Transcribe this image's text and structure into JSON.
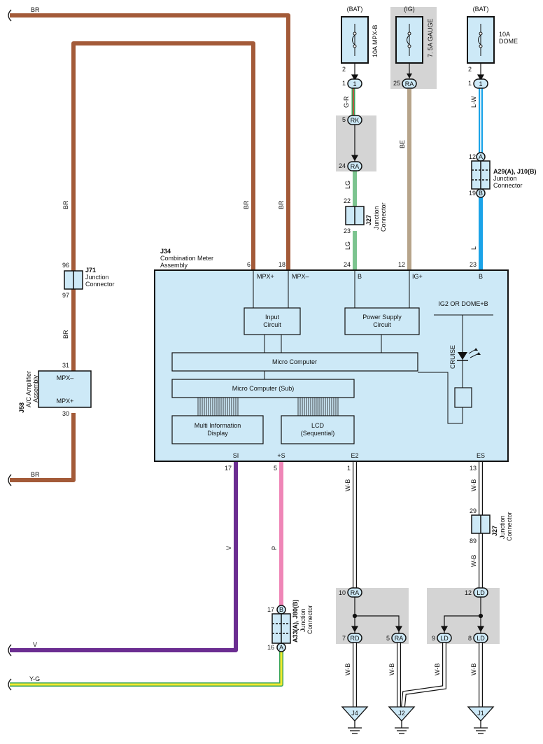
{
  "wire_colors": {
    "br": "#a35a38",
    "lg": "#7cc48f",
    "be": "#b7a48a",
    "l": "#1aa3e8",
    "lw": "#1aa3e8",
    "v": "#6b2d91",
    "p": "#ef86b7",
    "wb": "#ffffff",
    "yg": "#f2ea2e",
    "gr": "#3aa55a",
    "meter_fill": "#cde9f7",
    "gray_box": "#d4d4d4"
  },
  "power": {
    "bat1_label": "(BAT)",
    "bat1_fuse": "10A MPX-B",
    "ig_label": "(IG)",
    "ig_fuse": "7. 5A GAUGE",
    "bat2_label": "(BAT)",
    "bat2_fuse_a": "10A",
    "bat2_fuse_b": "DOME"
  },
  "wires": {
    "br_top": "BR",
    "br_left": "BR",
    "br_mid1": "BR",
    "br_mid2": "BR",
    "br_left2": "BR",
    "br_bottom": "BR",
    "gr": "G-R",
    "lg1": "LG",
    "lg2": "LG",
    "be": "BE",
    "lw": "L-W",
    "l": "L",
    "v_vert": "V",
    "v_horiz": "V",
    "p": "P",
    "wb_e2": "W-B",
    "wb_es": "W-B",
    "wb_es2": "W-B",
    "wb_j4": "W-B",
    "wb_j2": "W-B",
    "wb_ld": "W-B",
    "wb_j1": "W-B",
    "yg": "Y-G"
  },
  "pins": {
    "p2a": "2",
    "p1a": "1",
    "p25": "25",
    "p2b": "2",
    "p1b": "1",
    "p5": "5",
    "p24a": "24",
    "p22": "22",
    "p23a": "23",
    "p12a": "12",
    "p19": "19",
    "p96": "96",
    "p97": "97",
    "p31": "31",
    "p30": "30",
    "p6": "6",
    "p18": "18",
    "p24b": "24",
    "p12b": "12",
    "p23b": "23",
    "p17a": "17",
    "p5b": "5",
    "p1c": "1",
    "p13": "13",
    "p29": "29",
    "p89": "89",
    "p17b": "17",
    "p16": "16",
    "p10": "10",
    "p7": "7",
    "p5c": "5",
    "p12c": "12",
    "p9": "9",
    "p8": "8"
  },
  "connectors": {
    "ra": "RA",
    "rk": "RK",
    "rd": "RD",
    "ld": "LD",
    "one": "1",
    "a": "A",
    "b": "B"
  },
  "components": {
    "j34_id": "J34",
    "j34_name1": "Combination Meter",
    "j34_name2": "Assembly",
    "j71_id": "J71",
    "j71_name1": "Junction",
    "j71_name2": "Connector",
    "j27a_id": "J27",
    "j27a_name1": "Junction",
    "j27a_name2": "Connector",
    "j27b_id": "J27",
    "j27b_name1": "Junction",
    "j27b_name2": "Connector",
    "a29_id": "A29(A), J10(B)",
    "a29_name1": "Junction",
    "a29_name2": "Connector",
    "j58_id": "J58",
    "j58_name1": "A/C Amplifier",
    "j58_name2": "Assembly",
    "j58_mpx_minus": "MPX–",
    "j58_mpx_plus": "MPX+",
    "a33_id": "A33(A), J80(B)",
    "a33_name1": "Junction",
    "a33_name2": "Connector"
  },
  "meter": {
    "mpx_plus": "MPX+",
    "mpx_minus": "MPX–",
    "b1": "B",
    "ig_plus": "IG+",
    "b2": "B",
    "input1": "Input",
    "input2": "Circuit",
    "power1": "Power Supply",
    "power2": "Circuit",
    "micro": "Micro Computer",
    "micro_sub": "Micro Computer (Sub)",
    "mid1": "Multi Information",
    "mid2": "Display",
    "lcd1": "LCD",
    "lcd2": "(Sequential)",
    "ig2_dome": "IG2 OR DOME+B",
    "cruise": "CRUISE",
    "si": "SI",
    "plus_s": "+S",
    "e2": "E2",
    "es": "ES"
  },
  "grounds": {
    "j4": "J4",
    "j2": "J2",
    "j1": "J1"
  }
}
